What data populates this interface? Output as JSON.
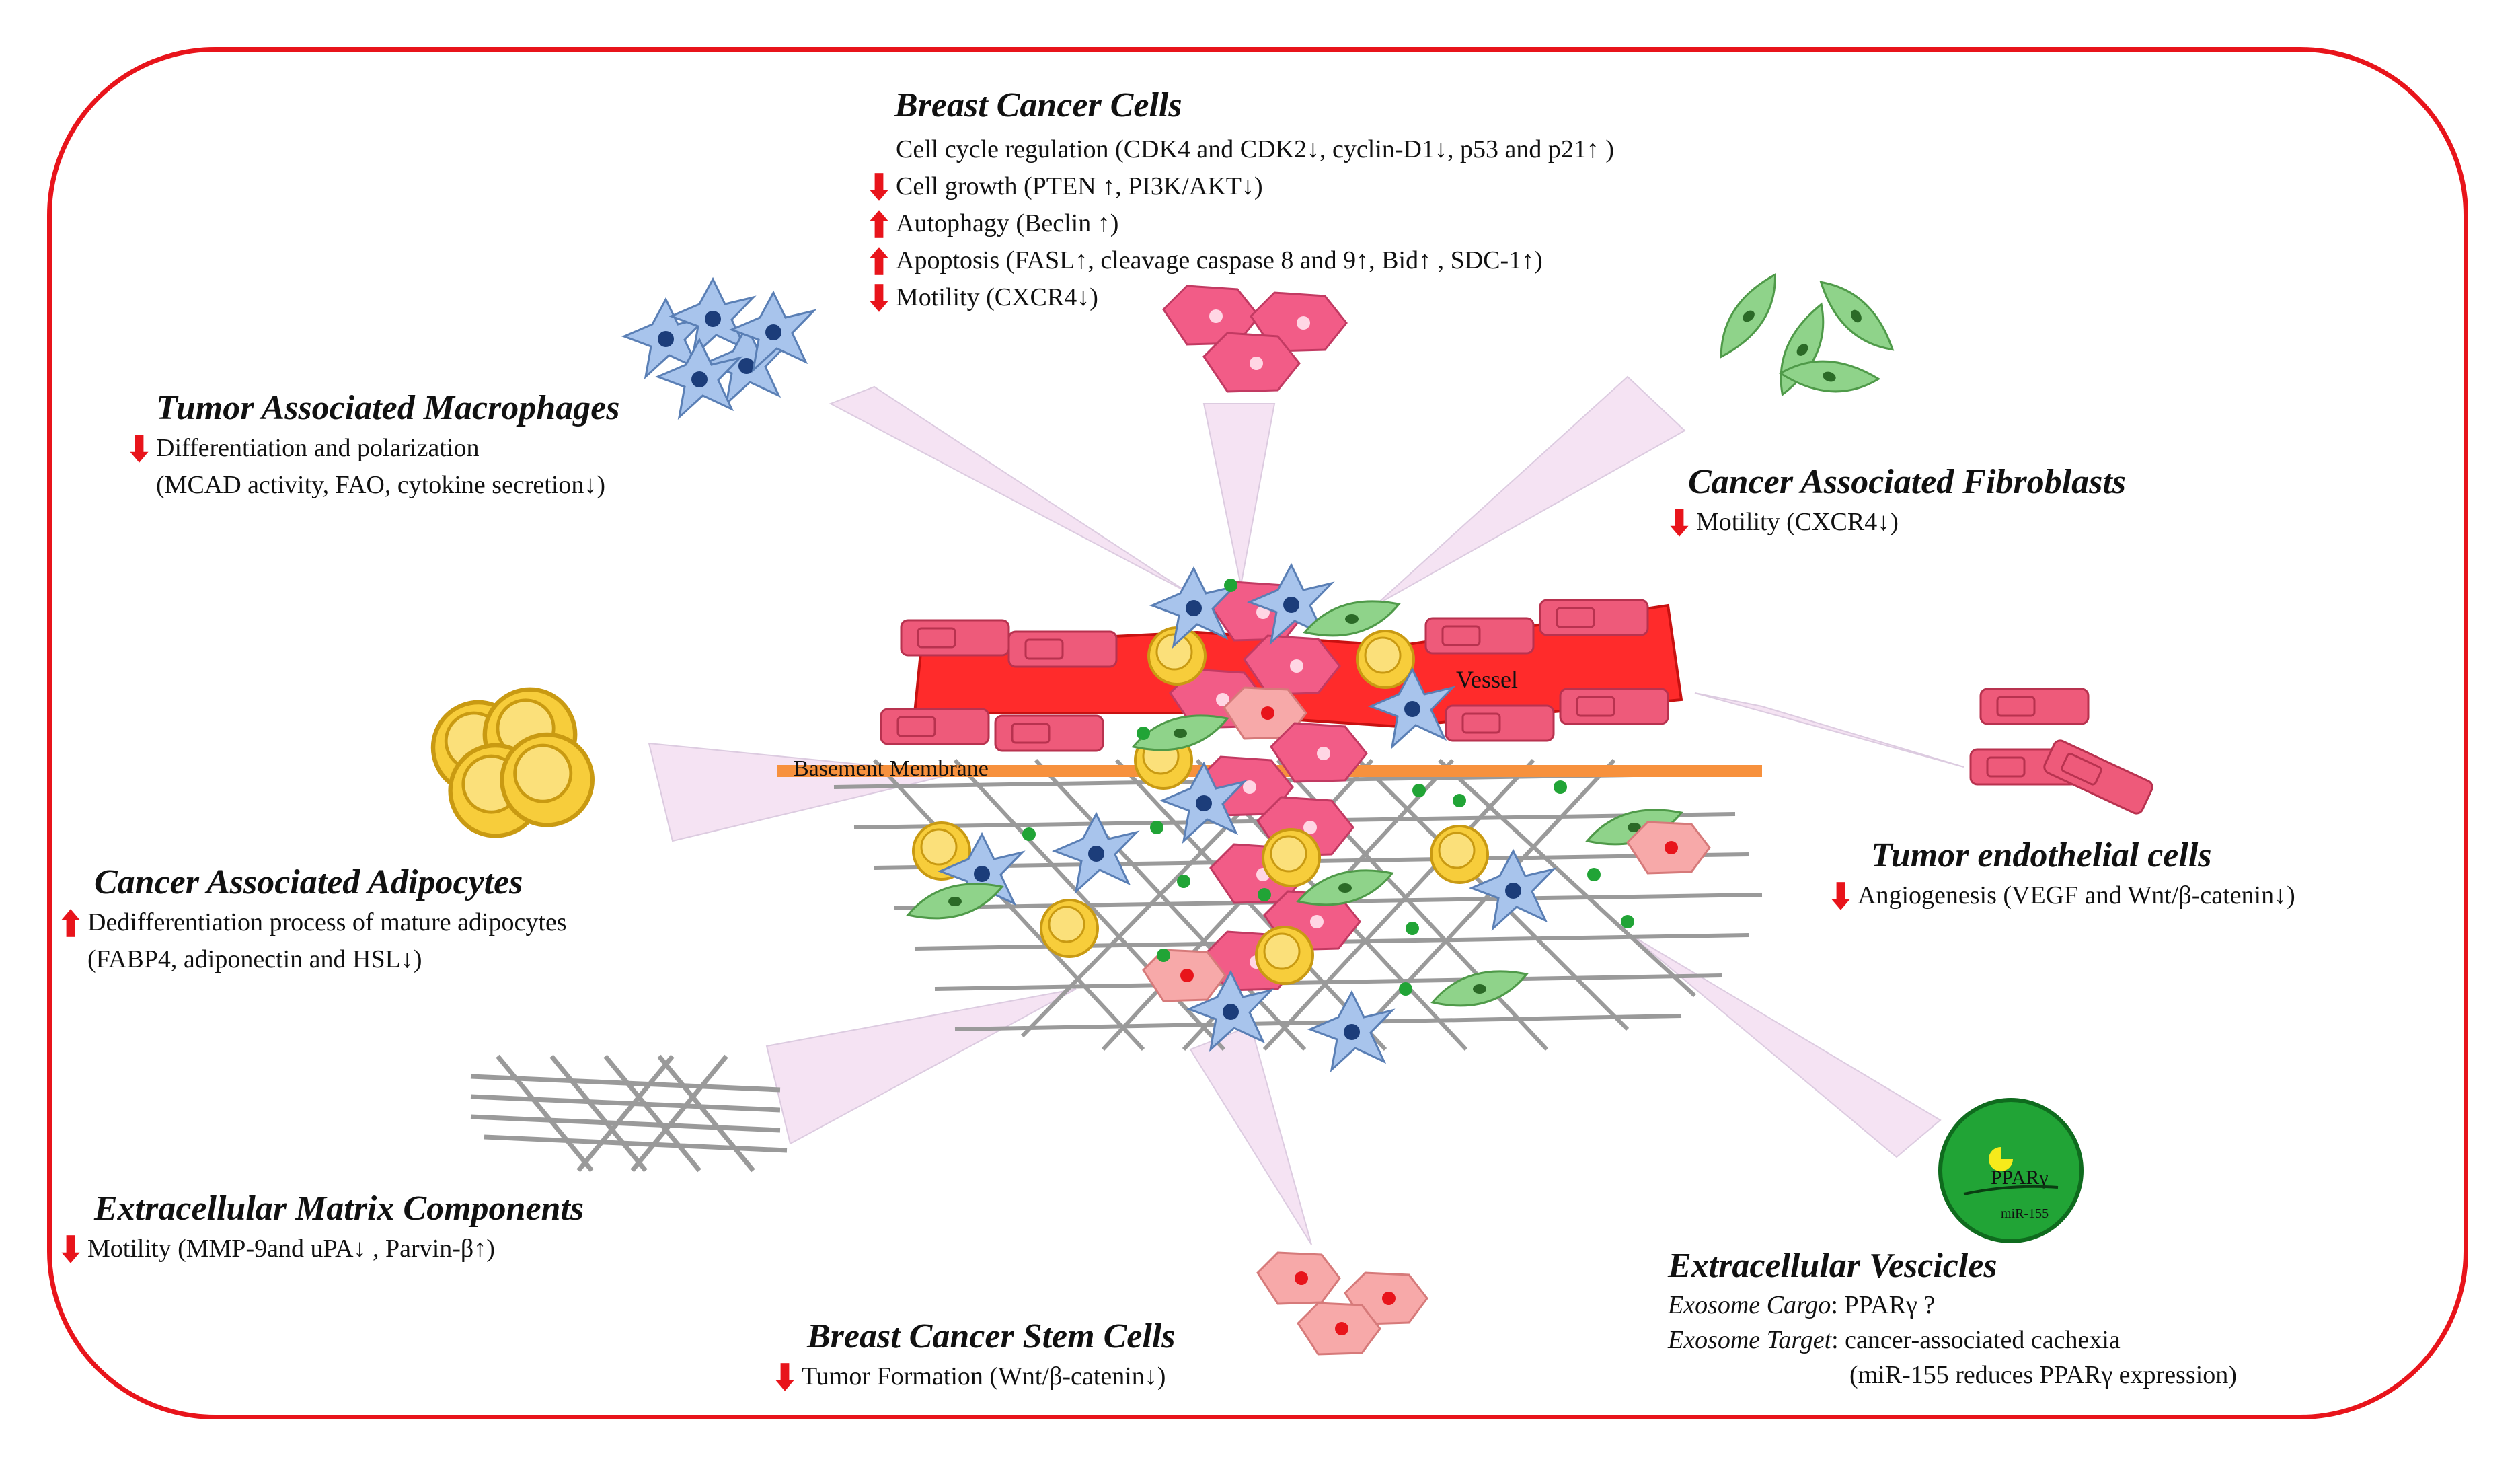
{
  "colors": {
    "frame": "#e8141b",
    "red_arrow": "#e8141b",
    "vessel": "#ff2b2b",
    "basement_membrane": "#f7913d",
    "cone": "#f5e3f3",
    "cancer_cell": "#f25c87",
    "stem_cell": "#f7a9a9",
    "macrophage": "#a8c4ec",
    "fibroblast": "#8fd38a",
    "adipocyte": "#f7cd3b",
    "vesicle": "#21a436"
  },
  "sections": {
    "bcc": {
      "title": "Breast Cancer Cells",
      "lines": [
        {
          "arrow": "none",
          "text": "Cell cycle regulation (CDK4 and CDK2↓, cyclin-D1↓, p53 and p21↑ )"
        },
        {
          "arrow": "down",
          "text": "Cell growth (PTEN ↑, PI3K/AKT↓)"
        },
        {
          "arrow": "up",
          "text": "Autophagy (Beclin ↑)"
        },
        {
          "arrow": "up",
          "text": "Apoptosis (FASL↑, cleavage caspase 8 and 9↑, Bid↑ , SDC-1↑)"
        },
        {
          "arrow": "down",
          "text": "Motility (CXCR4↓)"
        }
      ]
    },
    "tam": {
      "title": "Tumor Associated Macrophages",
      "lines": [
        {
          "arrow": "down",
          "text": "Differentiation and polarization"
        },
        {
          "arrow": "none",
          "text": "(MCAD activity, FAO, cytokine secretion↓)"
        }
      ]
    },
    "caf": {
      "title": "Cancer Associated Fibroblasts",
      "lines": [
        {
          "arrow": "down",
          "text": "Motility (CXCR4↓)"
        }
      ]
    },
    "caa": {
      "title": "Cancer Associated Adipocytes",
      "lines": [
        {
          "arrow": "up",
          "text": "Dedifferentiation process of mature adipocytes"
        },
        {
          "arrow": "none",
          "text": "(FABP4, adiponectin and HSL↓)"
        }
      ]
    },
    "tec": {
      "title": "Tumor endothelial cells",
      "lines": [
        {
          "arrow": "down",
          "text": "Angiogenesis (VEGF and Wnt/β-catenin↓)"
        }
      ]
    },
    "ecm": {
      "title": "Extracellular Matrix Components",
      "lines": [
        {
          "arrow": "down",
          "text": "Motility (MMP-9and uPA↓ , Parvin-β↑)"
        }
      ]
    },
    "bcsc": {
      "title": "Breast Cancer Stem Cells",
      "lines": [
        {
          "arrow": "down",
          "text": "Tumor Formation (Wnt/β-catenin↓)"
        }
      ]
    },
    "ev": {
      "title": "Extracellular Vescicles",
      "cargo_label": "Exosome Cargo",
      "cargo_value": ": PPARγ ?",
      "target_label": "Exosome Target",
      "target_value": ": cancer-associated cachexia",
      "target_note": "(miR-155 reduces PPARγ expression)"
    }
  },
  "labels": {
    "vessel": "Vessel",
    "basement_membrane": "Basement Membrane",
    "vesicle_protein": "PPARγ",
    "vesicle_mirna": "miR-155"
  }
}
